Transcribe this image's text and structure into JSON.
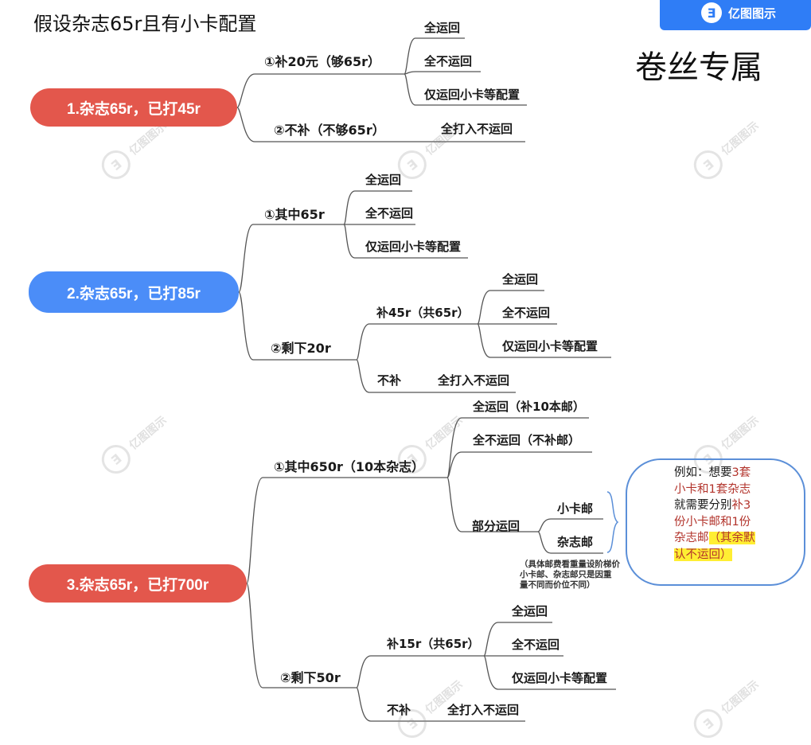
{
  "header": {
    "title": "假设杂志65r且有小卡配置",
    "tagline": "卷丝专属",
    "brand": "亿图图示",
    "brand_logo": "Ǝ"
  },
  "watermark": {
    "text": "亿图图示",
    "logo": "Ǝ"
  },
  "colors": {
    "red_root": "#e3574c",
    "blue_root": "#4b8df8",
    "line": "#555555",
    "highlight": "#ffee33",
    "callout_border": "#5b8fd8"
  },
  "tree1": {
    "root": "1.杂志65r，已打45r",
    "b1": "①补20元（够65r）",
    "b1_leaves": [
      "全运回",
      "全不运回",
      "仅运回小卡等配置"
    ],
    "b2": "②不补（不够65r）",
    "b2_leaf": "全打入不运回"
  },
  "tree2": {
    "root": "2.杂志65r，已打85r",
    "b1": "①其中65r",
    "b1_leaves": [
      "全运回",
      "全不运回",
      "仅运回小卡等配置"
    ],
    "b2": "②剩下20r",
    "b2_sub1": "补45r（共65r）",
    "b2_sub1_leaves": [
      "全运回",
      "全不运回",
      "仅运回小卡等配置"
    ],
    "b2_sub2": "不补",
    "b2_sub2_leaf": "全打入不运回"
  },
  "tree3": {
    "root": "3.杂志65r，已打700r",
    "b1": "①其中650r（10本杂志）",
    "b1_leaves": [
      "全运回（补10本邮）",
      "全不运回（不补邮）"
    ],
    "b1_partial": "部分运回",
    "b1_partial_leaves": [
      "小卡邮",
      "杂志邮"
    ],
    "note": [
      "（具体邮费看重量设阶梯价",
      "小卡邮、杂志邮只是因重",
      "量不同而价位不同）"
    ],
    "b2": "②剩下50r",
    "b2_sub1": "补15r（共65r）",
    "b2_sub1_leaves": [
      "全运回",
      "全不运回",
      "仅运回小卡等配置"
    ],
    "b2_sub2": "不补",
    "b2_sub2_leaf": "全打入不运回"
  },
  "callout": {
    "p1": "例如：想要",
    "p2": "3套小卡和1套杂志",
    "p3": "就需要分别",
    "p4": "补3份小卡邮和1份杂志邮",
    "p5": "（其余默认不运回）"
  }
}
